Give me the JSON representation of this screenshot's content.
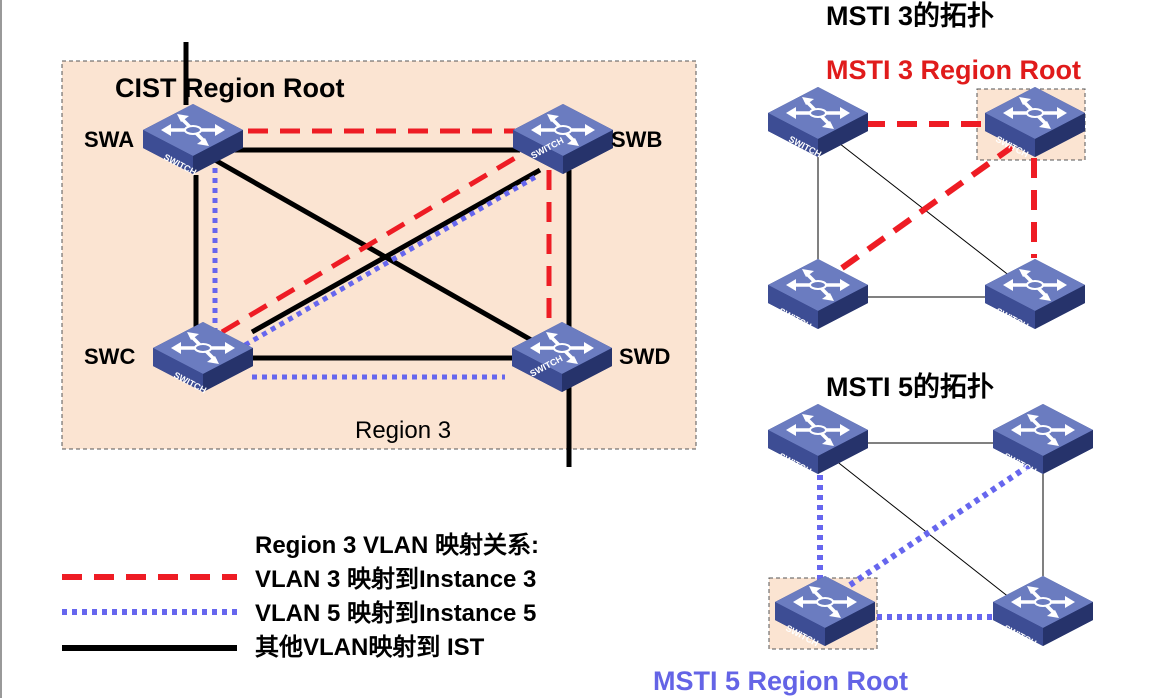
{
  "region": {
    "cist_root_label": "CIST Region Root",
    "region_label": "Region 3",
    "switches": {
      "swa": "SWA",
      "swb": "SWB",
      "swc": "SWC",
      "swd": "SWD"
    }
  },
  "switch_text": "SWITCH",
  "msti3": {
    "title": "MSTI 3的拓扑",
    "root_label": "MSTI 3 Region Root"
  },
  "msti5": {
    "title": "MSTI 5的拓扑",
    "root_label": "MSTI 5 Region Root"
  },
  "legend": {
    "title": "Region 3 VLAN 映射关系:",
    "items": [
      {
        "label": "VLAN 3 映射到Instance 3",
        "style": "dashed",
        "color": "#ee1c24"
      },
      {
        "label": "VLAN 5 映射到Instance 5",
        "style": "dotted",
        "color": "#6666ee"
      },
      {
        "label": "其他VLAN映射到 IST",
        "style": "solid",
        "color": "#000000"
      }
    ]
  },
  "colors": {
    "region_fill": "#fbe4d2",
    "msti3_root": "#e01b1b",
    "msti5_root": "#6464e6",
    "switch_top": "#5d6fb0",
    "switch_side": "#2e3d7d"
  }
}
